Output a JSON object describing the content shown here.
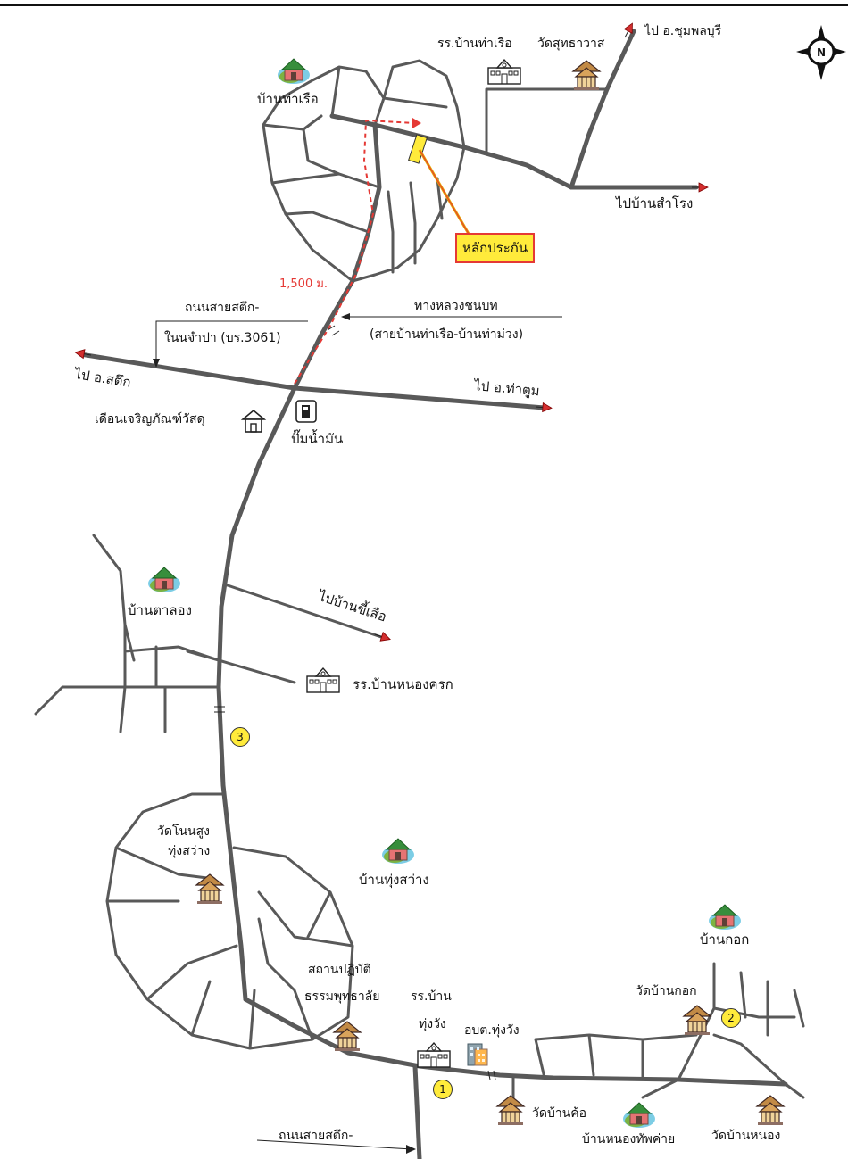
{
  "map": {
    "colors": {
      "road": "#595959",
      "route": "#e53935",
      "callout_fill": "#ffeb3b",
      "callout_border": "#e53935",
      "arrow": "#d32f2f",
      "marker": "#ffeb3b"
    },
    "distance_label": "1,500 ม.",
    "callout": "หลักประกัน",
    "labels": {
      "ban_tha_ruea": "บ้านท่าเรือ",
      "school_tha_ruea": "รร.บ้านท่าเรือ",
      "wat_sutthawas": "วัดสุทธาวาส",
      "to_chumphon_buri": "ไป อ.ชุมพลบุรี",
      "to_ban_samrong": "ไปบ้านสำโรง",
      "road_satuek_line1": "ถนนสายสตึก-",
      "road_satuek_line2": "ในนจำปา (บร.3061)",
      "rural_road_line1": "ทางหลวงชนบท",
      "rural_road_line2": "(สายบ้านท่าเรือ-บ้านท่าม่วง)",
      "to_satuek": "ไป อ.สตึก",
      "to_tha_tum": "ไป อ.ท่าตูม",
      "store": "เดือนเจริญภัณฑ์วัสดุ",
      "gas_station": "ปั๊มน้ำมัน",
      "ban_ta_long": "บ้านตาลอง",
      "to_ban_khi_suea": "ไปบ้านขี้เสือ",
      "school_nong_khrok": "รร.บ้านหนองครก",
      "wat_non_sung_line1": "วัดโนนสูง",
      "wat_non_sung_line2": "ทุ่งสว่าง",
      "ban_thung_sawang": "บ้านทุ่งสว่าง",
      "ban_kok": "บ้านกอก",
      "wat_ban_kok": "วัดบ้านกอก",
      "dhamma_line1": "สถานปฏิบัติ",
      "dhamma_line2": "ธรรมพุทธาลัย",
      "school_thung_wang_line1": "รร.บ้าน",
      "school_thung_wang_line2": "ทุ่งวัง",
      "sao_thung_wang": "อบต.ทุ่งวัง",
      "wat_ban_kho": "วัดบ้านค้อ",
      "ban_nong_thap_khai": "บ้านหนองทัพค่าย",
      "wat_ban_nong": "วัดบ้านหนอง",
      "road_satuek_bottom": "ถนนสายสตึก-"
    },
    "markers": [
      "1",
      "2",
      "3"
    ],
    "compass": "N"
  }
}
